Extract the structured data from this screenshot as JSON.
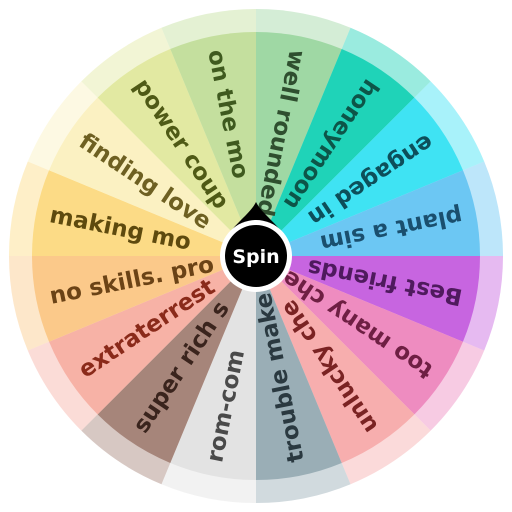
{
  "wheel": {
    "spin_label": "Spin",
    "segments": [
      {
        "label": "well rounded",
        "color": "#9fd8a4",
        "text_color": "#2f4f2f"
      },
      {
        "label": "honeymoon",
        "color": "#1fd3b8",
        "text_color": "#0d5548"
      },
      {
        "label": "engaged in",
        "color": "#3fe3f3",
        "text_color": "#0d4f5a"
      },
      {
        "label": "plant a sim",
        "color": "#6cc7f3",
        "text_color": "#1a4f6e"
      },
      {
        "label": "Best friends",
        "color": "#c765e0",
        "text_color": "#4f1a5e"
      },
      {
        "label": "too many che",
        "color": "#ee8cc0",
        "text_color": "#6e1f43"
      },
      {
        "label": "unlucky che",
        "color": "#f7aeae",
        "text_color": "#7a2323"
      },
      {
        "label": "trouble make",
        "color": "#9aaeb6",
        "text_color": "#2a3940"
      },
      {
        "label": "rom-com",
        "color": "#e3e3e3",
        "text_color": "#4a4a4a"
      },
      {
        "label": "super rich s",
        "color": "#a6857a",
        "text_color": "#3a241d"
      },
      {
        "label": "extraterrest",
        "color": "#f7b2a6",
        "text_color": "#8a2a1a"
      },
      {
        "label": "no skills. pro",
        "color": "#fbc98a",
        "text_color": "#6b4316"
      },
      {
        "label": "making mo",
        "color": "#fcdb86",
        "text_color": "#5e4a0e"
      },
      {
        "label": "finding love",
        "color": "#fbf1c2",
        "text_color": "#6e6022"
      },
      {
        "label": "power coup",
        "color": "#e2e9a2",
        "text_color": "#4f5a16"
      },
      {
        "label": "on the mo",
        "color": "#c4df9e",
        "text_color": "#3f5a1f"
      }
    ]
  }
}
